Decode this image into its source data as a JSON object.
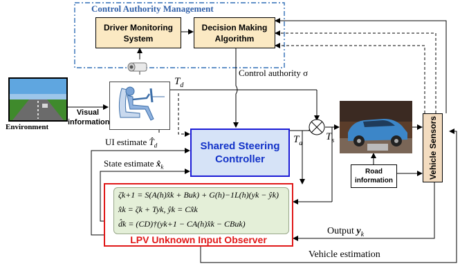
{
  "control_authority_title": "Control Authority Management",
  "driver_monitoring": [
    "Driver Monitoring",
    "System"
  ],
  "decision_making": [
    "Decision Making",
    "Algorithm"
  ],
  "environment_label": "Environment",
  "visual_info": [
    "Visual",
    "information"
  ],
  "control_authority_signal": "Control authority σ",
  "td_label": "T",
  "td_sub": "d",
  "ta_label": "T",
  "ta_sub": "a",
  "ts_label": "T",
  "ts_sub": "s",
  "ui_estimate": "UI estimate",
  "state_estimate": "State estimate",
  "shared_steering": [
    "Shared Steering",
    "Controller"
  ],
  "road_info": [
    "Road",
    "information"
  ],
  "vehicle_sensors": "Vehicle Sensors",
  "output_label": "Output",
  "vehicle_estimation": "Vehicle estimation",
  "observer_title": "LPV Unknown Input Observer",
  "equations": [
    "ζk+1 = S(A(h)x̂k + Buk) + G(h)−1L(h)(yk − ŷk)",
    "x̂k = ζk + Tyk,   ŷk = Cx̂k",
    "d̂k = (CD)†(yk+1 − CA(h)x̂k − CBuk)"
  ],
  "colors": {
    "blue_title": "#2f5fa8",
    "dashed_border": "#2f6db5",
    "cream_box": "#fbe9c3",
    "controller_fill": "#d6e3f7",
    "controller_border": "#1b1bd6",
    "controller_text": "#1232c8",
    "observer_border": "#e01818",
    "observer_text": "#e01818",
    "eq_fill": "#e4efd8",
    "road_box": "#ffffff",
    "sensors_fill": "#f3dcc0"
  },
  "icons": [
    "road-scene-image",
    "driver-seat-icon",
    "camera-icon",
    "car-photo",
    "sum-junction-icon"
  ]
}
